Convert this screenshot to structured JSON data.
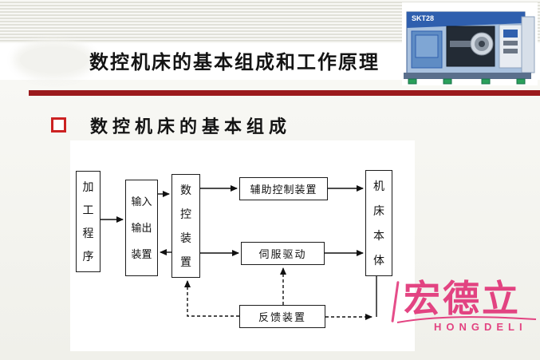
{
  "slide": {
    "title": "数控机床的基本组成和工作原理",
    "section_heading": "数控机床的基本组成",
    "accent_color": "#9b1a1d",
    "bullet_color": "#cc2222"
  },
  "machine_image": {
    "model_label": "SKT28"
  },
  "diagram": {
    "nodes": [
      {
        "id": "program",
        "label": "加\n工\n程\n序"
      },
      {
        "id": "io",
        "label": "输入\n输出\n装置"
      },
      {
        "id": "cnc",
        "label": "数\n控\n装\n置"
      },
      {
        "id": "aux",
        "label": "辅助控制装置"
      },
      {
        "id": "servo",
        "label": "伺服驱动"
      },
      {
        "id": "feedback",
        "label": "反馈装置"
      },
      {
        "id": "machine",
        "label": "机\n床\n本\n体"
      }
    ],
    "edges": [
      {
        "from": "加工程序",
        "to": "输入输出装置",
        "style": "solid"
      },
      {
        "from": "输入输出装置",
        "to": "数控装置",
        "style": "solid"
      },
      {
        "from": "数控装置",
        "to": "输入输出装置",
        "style": "solid"
      },
      {
        "from": "数控装置",
        "to": "辅助控制装置",
        "style": "solid"
      },
      {
        "from": "数控装置",
        "to": "伺服驱动",
        "style": "solid"
      },
      {
        "from": "辅助控制装置",
        "to": "机床本体",
        "style": "solid"
      },
      {
        "from": "伺服驱动",
        "to": "机床本体",
        "style": "solid"
      },
      {
        "from": "反馈装置",
        "to": "伺服驱动",
        "style": "dashed"
      },
      {
        "from": "反馈装置",
        "to": "数控装置",
        "style": "dashed"
      },
      {
        "from": "反馈装置",
        "to": "机床本体",
        "style": "dashed"
      }
    ]
  },
  "watermark": {
    "text": "宏德立",
    "subtext": "HONGDELI",
    "color": "#e23a7c"
  }
}
